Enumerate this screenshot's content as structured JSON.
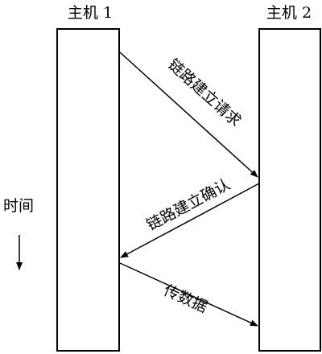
{
  "hosts": {
    "host1": "主机 1",
    "host2": "主机 2"
  },
  "time_label": "时间",
  "messages": [
    {
      "label": "链路建立请求",
      "direction": "host1-to-host2"
    },
    {
      "label": "链路建立确认",
      "direction": "host2-to-host1"
    },
    {
      "label": "传数据",
      "direction": "host1-to-host2"
    }
  ],
  "colors": {
    "line": "#000000",
    "background": "#ffffff"
  }
}
